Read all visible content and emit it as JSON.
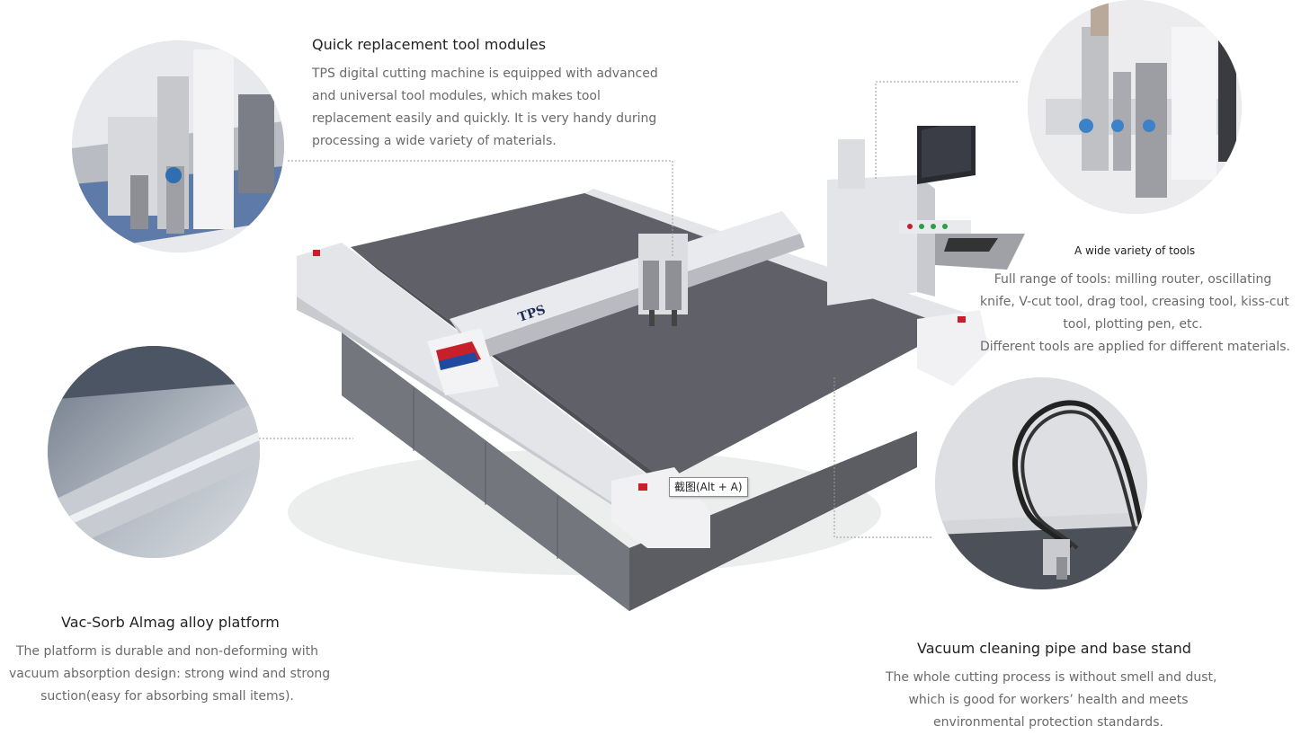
{
  "features": {
    "tool_modules": {
      "title": "Quick replacement tool modules",
      "lines": [
        "TPS digital cutting machine is equipped with advanced",
        "and universal tool modules, which makes tool",
        "replacement easily and quickly. It is very handy during",
        "processing a wide variety of materials."
      ]
    },
    "tools_variety": {
      "title": "A wide variety of tools",
      "lines": [
        "Full range of tools: milling router, oscillating",
        "knife, V-cut tool, drag tool, creasing tool, kiss-cut",
        "tool, plotting pen, etc.",
        "Different tools are applied for different materials."
      ]
    },
    "platform": {
      "title": "Vac-Sorb Almag alloy platform",
      "lines": [
        "The platform is durable and non-deforming with",
        "vacuum absorption design: strong wind and strong",
        "suction(easy for absorbing small items)."
      ]
    },
    "vacuum": {
      "title": "Vacuum cleaning pipe and base stand",
      "lines": [
        "The whole cutting process is without smell and dust,",
        "which is good for workers’   health and meets",
        "environmental protection standards."
      ]
    }
  },
  "machine": {
    "brand_label": "TPS",
    "colors": {
      "table_surface": "#5f6068",
      "frame": "#e4e5e8",
      "base": "#6d6f76",
      "accent_red": "#c8202a",
      "accent_blue": "#1f4aa0"
    }
  },
  "tooltip": {
    "text": "截图(Alt + A)"
  }
}
